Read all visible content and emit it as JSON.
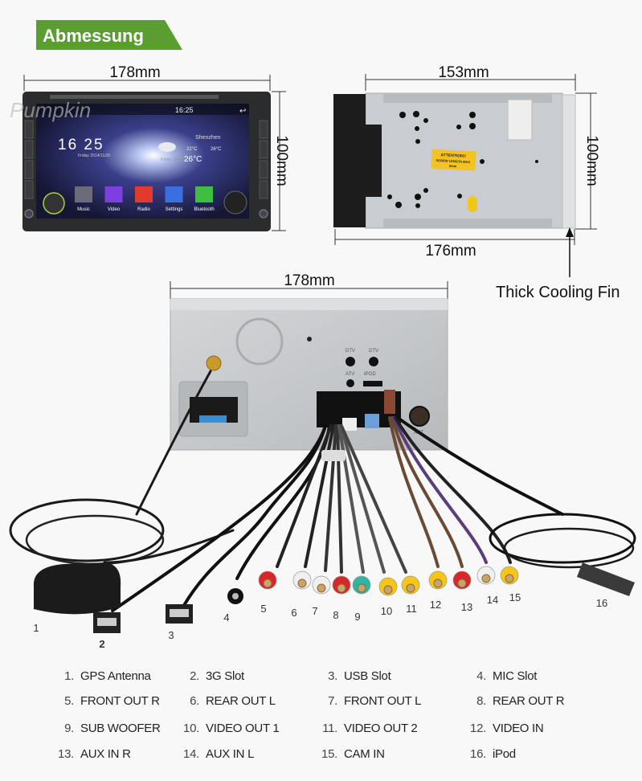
{
  "header": {
    "title": "Abmessung",
    "color": "#5a9e32"
  },
  "dimensions": {
    "front_width": "178mm",
    "front_height": "100mm",
    "side_depth": "153mm",
    "side_height": "100mm",
    "side_total": "176mm",
    "back_width": "178mm",
    "cooling_fin": "Thick Cooling Fin"
  },
  "front_screen": {
    "brand_logo": "Pumpkin",
    "status_time": "16:25",
    "clock": "16 25",
    "date": "Friday 2014/11/28",
    "city": "Shenzhen",
    "temp_low": "22°C",
    "temp_high": "26°C",
    "weather": "Partly cloudy",
    "temp_now": "26°C",
    "apps": [
      {
        "label": "Music",
        "color": "#6b6b7a"
      },
      {
        "label": "Video",
        "color": "#7c3fe0"
      },
      {
        "label": "Radio",
        "color": "#e23b2e"
      },
      {
        "label": "Settings",
        "color": "#3b6fe0"
      },
      {
        "label": "Bluetooth",
        "color": "#3fbf3f"
      }
    ]
  },
  "side_sticker": {
    "line1": "ATTENTION!!",
    "line2": "SCREW LENGTH MAX",
    "line3": "5mm"
  },
  "back_labels": {
    "dtv1": "DTV",
    "dtv2": "DTV",
    "atv": "ATV",
    "ipod": "IPOD",
    "ant": "ANT"
  },
  "callouts": [
    "1",
    "2",
    "3",
    "4",
    "5",
    "6",
    "7",
    "8",
    "9",
    "10",
    "11",
    "12",
    "13",
    "14",
    "15",
    "16"
  ],
  "legend": [
    {
      "num": "1.",
      "label": "GPS Antenna"
    },
    {
      "num": "2.",
      "label": "3G Slot"
    },
    {
      "num": "3.",
      "label": "USB Slot"
    },
    {
      "num": "4.",
      "label": "MIC Slot"
    },
    {
      "num": "5.",
      "label": "FRONT OUT R"
    },
    {
      "num": "6.",
      "label": "REAR OUT L"
    },
    {
      "num": "7.",
      "label": "FRONT OUT L"
    },
    {
      "num": "8.",
      "label": "REAR OUT R"
    },
    {
      "num": "9.",
      "label": "SUB WOOFER"
    },
    {
      "num": "10.",
      "label": "VIDEO OUT 1"
    },
    {
      "num": "11.",
      "label": "VIDEO OUT 2"
    },
    {
      "num": "12.",
      "label": "VIDEO IN"
    },
    {
      "num": "13.",
      "label": "AUX IN R"
    },
    {
      "num": "14.",
      "label": "AUX IN L"
    },
    {
      "num": "15.",
      "label": "CAM IN"
    },
    {
      "num": "16.",
      "label": "iPod"
    }
  ]
}
